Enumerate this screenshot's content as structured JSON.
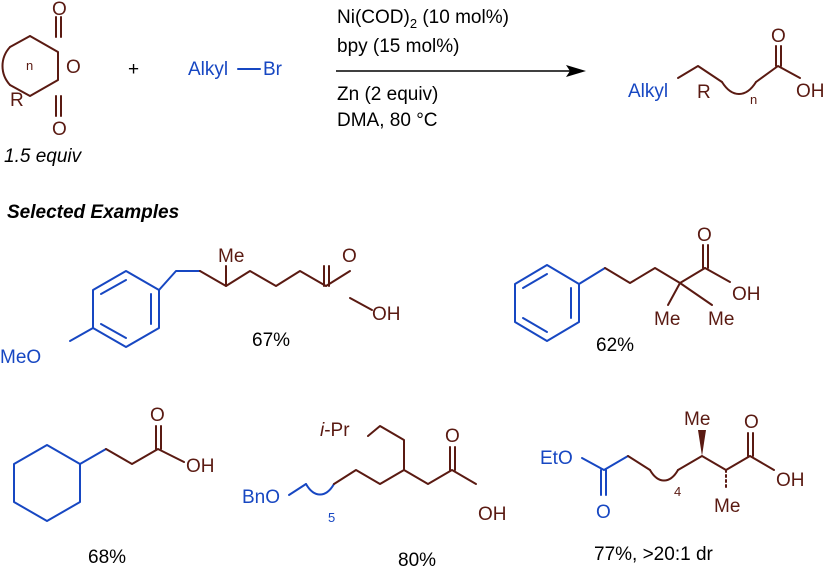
{
  "colors": {
    "substrate": "#1747c2",
    "product": "#5a1a12",
    "text": "#000000"
  },
  "reaction": {
    "anhydride": {
      "ring_n": "n",
      "ring_o": "O",
      "carbonyl_o_top": "O",
      "carbonyl_o_bottom": "O",
      "substituent": "R",
      "equivalents": "1.5 equiv"
    },
    "plus": "+",
    "alkyl_bromide": {
      "alkyl": "Alkyl",
      "bromide": "Br"
    },
    "conditions_above": {
      "catalyst": "Ni(COD)",
      "catalyst_sub": "2",
      "catalyst_loading": " (10 mol%)",
      "ligand": "bpy (15 mol%)"
    },
    "conditions_below": {
      "reductant": "Zn (2 equiv)",
      "solvent_temp": "DMA, 80 °C"
    },
    "product": {
      "alkyl": "Alkyl",
      "substituent": "R",
      "n": "n",
      "carbonyl_o": "O",
      "hydroxyl": "OH"
    }
  },
  "examples_header": "Selected Examples",
  "examples": [
    {
      "id": "ex1",
      "labels": {
        "methoxy": "MeO",
        "methyl": "Me",
        "carbonyl_o": "O",
        "hydroxyl": "OH"
      },
      "yield": "67%"
    },
    {
      "id": "ex2",
      "labels": {
        "methyl_1": "Me",
        "methyl_2": "Me",
        "carbonyl_o": "O",
        "hydroxyl": "OH"
      },
      "yield": "62%"
    },
    {
      "id": "ex3",
      "labels": {
        "carbonyl_o": "O",
        "hydroxyl": "OH"
      },
      "yield": "68%"
    },
    {
      "id": "ex4",
      "labels": {
        "benzyloxy": "BnO",
        "chain_n": "5",
        "isopropyl_prefix": "i",
        "isopropyl_suffix": "-Pr",
        "carbonyl_o": "O",
        "hydroxyl": "OH"
      },
      "yield": "80%"
    },
    {
      "id": "ex5",
      "labels": {
        "ethoxy": "EtO",
        "ester_o": "O",
        "chain_n": "4",
        "methyl_top": "Me",
        "methyl_bottom": "Me",
        "carbonyl_o": "O",
        "hydroxyl": "OH"
      },
      "yield": "77%, >20:1 dr"
    }
  ]
}
